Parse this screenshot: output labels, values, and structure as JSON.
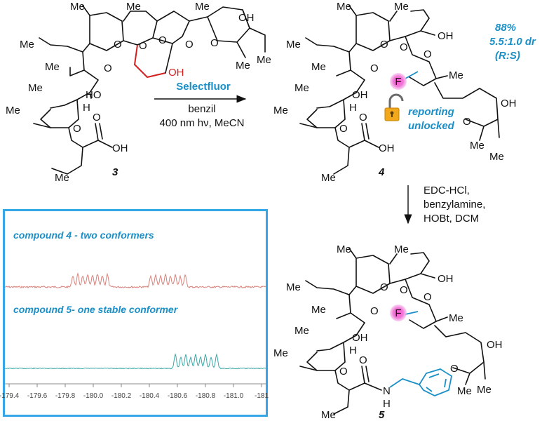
{
  "compound3": {
    "label": "3",
    "groups": {
      "me_top_left": "Me",
      "me_top_right": "Me",
      "me_ethyl_left": "Me",
      "me_alpha": "Me",
      "me_beta": "Me",
      "me_ring": "Me",
      "me_spiro": "Me",
      "me_thp": "Me",
      "me_ethyl_right": "Me",
      "me_ethyl_bottom": "Me",
      "ketone_o": "O",
      "ho": "HO",
      "h": "H",
      "ring_o1": "O",
      "ring_o2": "O",
      "ring_o3": "O",
      "ring_o4": "O",
      "ring_o5": "O",
      "ring_o6": "O",
      "acid_o": "O",
      "acid_oh": "OH",
      "oh_red": "OH",
      "oh_right": "OH"
    }
  },
  "reaction1": {
    "reagent": "Selectfluor",
    "conditions_line1": "benzil",
    "conditions_line2": "400 nm hν, MeCN"
  },
  "compound4": {
    "label": "4",
    "fluorine": "F",
    "stats_yield": "88%",
    "stats_dr": "5.5:1.0 dr",
    "stats_ratio": "(R:S)",
    "reporting_line1": "reporting",
    "reporting_line2": "unlocked",
    "groups": {
      "me_a": "Me",
      "me_b": "Me",
      "me_c": "Me",
      "me_d": "Me",
      "me_e": "Me",
      "me_f": "Me",
      "me_g": "Me",
      "me_h": "Me",
      "me_i": "Me",
      "me_j": "Me",
      "o_ket": "O",
      "oh_a": "OH",
      "oh_b": "OH",
      "oh_c": "OH",
      "oh_acid": "OH",
      "h": "H",
      "o1": "O",
      "o2": "O",
      "o3": "O",
      "o4": "O",
      "o5": "O",
      "o_acid": "O"
    }
  },
  "reaction2": {
    "line1": "EDC-HCl,",
    "line2": "benzylamine,",
    "line3": "HOBt, DCM"
  },
  "compound5": {
    "label": "5",
    "fluorine": "F",
    "nh": "N",
    "nh_h": "H",
    "groups": {
      "me_a": "Me",
      "me_b": "Me",
      "me_c": "Me",
      "me_d": "Me",
      "me_e": "Me",
      "me_f": "Me",
      "me_g": "Me",
      "me_h": "Me",
      "me_i": "Me",
      "me_j": "Me",
      "o_ket": "O",
      "oh_a": "OH",
      "oh_b": "OH",
      "oh_c": "OH",
      "h": "H",
      "o1": "O",
      "o2": "O",
      "o3": "O",
      "o4": "O",
      "o5": "O",
      "o_amide": "O"
    }
  },
  "nmr": {
    "title_top": "compound 4 - two conformers",
    "title_bottom": "compound 5- one stable conformer",
    "ticks": [
      "-179.4",
      "-179.6",
      "-179.8",
      "-180.0",
      "-180.2",
      "-180.4",
      "-180.6",
      "-180.8",
      "-181.0",
      "-181"
    ],
    "color_top": "#d8817a",
    "color_bottom": "#3aa7a7"
  }
}
